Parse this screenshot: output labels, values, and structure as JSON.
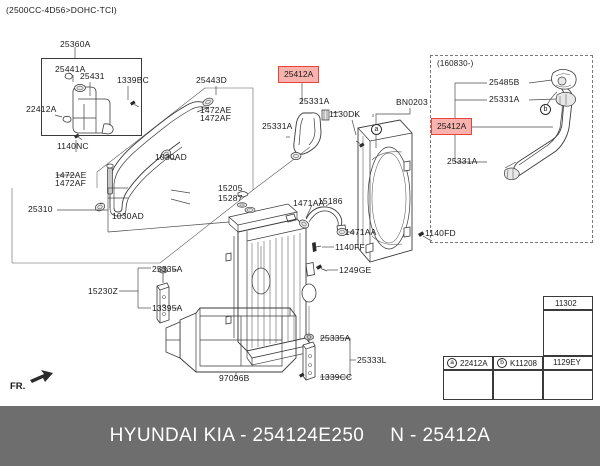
{
  "header": {
    "engine_spec": "(2500CC-4D56>DOHC-TCI)"
  },
  "diagram": {
    "title_note": "(2500CC-4D56>DOHC-TCI)",
    "orientation_marker": "FR.",
    "variant_panel": {
      "date_code": "(160830-)",
      "labels": [
        {
          "id": "25485B"
        },
        {
          "id": "25331A"
        },
        {
          "id": "25412A",
          "highlighted": true
        },
        {
          "id": "25331A"
        }
      ],
      "callout_circle": "b"
    },
    "reservoir_box": {
      "group_id": "25360A",
      "labels": [
        {
          "id": "25441A"
        },
        {
          "id": "25431"
        },
        {
          "id": "22412A"
        }
      ]
    },
    "labels": [
      {
        "id": "1339BC"
      },
      {
        "id": "1140NC"
      },
      {
        "id": "25443D"
      },
      {
        "id": "1472AE"
      },
      {
        "id": "1472AF"
      },
      {
        "id": "1030AD"
      },
      {
        "id": "1472AE"
      },
      {
        "id": "1472AF"
      },
      {
        "id": "1030AD"
      },
      {
        "id": "25412A",
        "highlighted": true
      },
      {
        "id": "25331A"
      },
      {
        "id": "25331A"
      },
      {
        "id": "BN0203"
      },
      {
        "id": "1130DK"
      },
      {
        "id": "1140FD"
      },
      {
        "id": "1471AA"
      },
      {
        "id": "25310"
      },
      {
        "id": "15205"
      },
      {
        "id": "15287"
      },
      {
        "id": "1471AA"
      },
      {
        "id": "15186"
      },
      {
        "id": "1140FF"
      },
      {
        "id": "1249GE"
      },
      {
        "id": "25335A"
      },
      {
        "id": "15230Z"
      },
      {
        "id": "13395A"
      },
      {
        "id": "97096B"
      },
      {
        "id": "25335A"
      },
      {
        "id": "25333L"
      },
      {
        "id": "1339CC"
      }
    ],
    "callouts": [
      {
        "mark": "a"
      },
      {
        "mark": "b"
      }
    ]
  },
  "legend": {
    "top_cell": {
      "id": "11302",
      "icon": "bolt-icon"
    },
    "bottom_cells": [
      {
        "mark": "a",
        "id": "22412A",
        "icon": "warning-pictograms-icon"
      },
      {
        "mark": "b",
        "id": "K11208",
        "icon": "clip-icon"
      },
      {
        "mark": "",
        "id": "1129EY",
        "icon": "bolt-icon"
      }
    ]
  },
  "footer": {
    "brand_part": "HYUNDAI  KIA - 254124E250",
    "alt_part": "N - 25412A",
    "background_color": "#6e6e6e",
    "text_color": "#ffffff"
  },
  "colors": {
    "highlight_fill": "#f9b3ae",
    "highlight_border": "#e8443c",
    "line": "#3a3a3a",
    "footer_bg": "#6e6e6e"
  }
}
